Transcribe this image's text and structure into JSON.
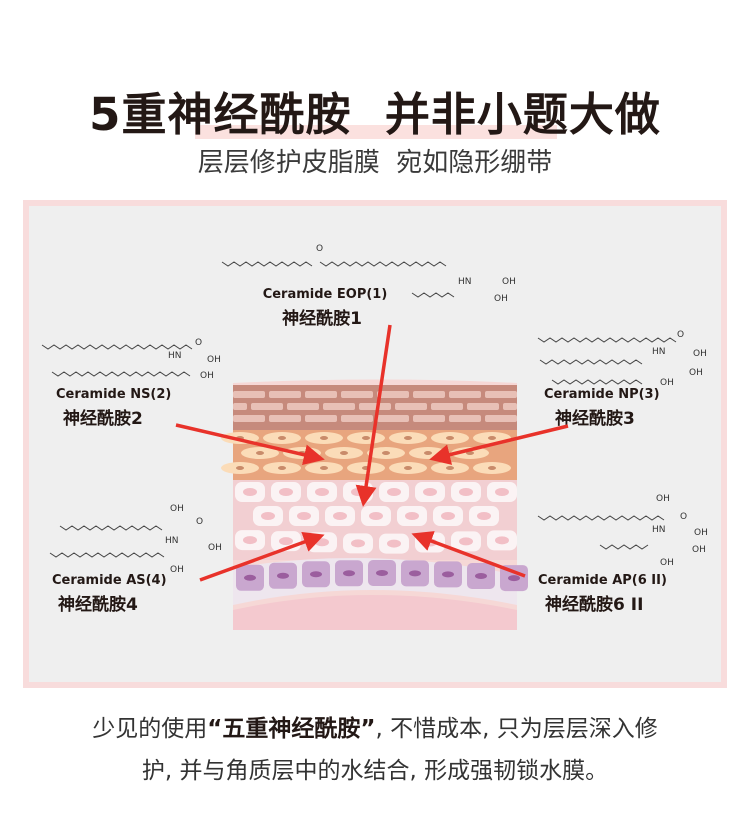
{
  "header": {
    "title": "5重神经酰胺  并非小题大做",
    "subtitle": "层层修护皮脂膜  宛如隐形绷带"
  },
  "diagram": {
    "arrow_color": "#e8322a",
    "structure_labels": {
      "o": "O",
      "hn": "HN",
      "oh": "OH"
    },
    "ceramides": [
      {
        "name": "Ceramide EOP(1)",
        "cn": "神经酰胺1"
      },
      {
        "name": "Ceramide NS(2)",
        "cn": "神经酰胺2"
      },
      {
        "name": "Ceramide NP(3)",
        "cn": "神经酰胺3"
      },
      {
        "name": "Ceramide AS(4)",
        "cn": "神经酰胺4"
      },
      {
        "name": "Ceramide AP(6 II)",
        "cn": "神经酰胺6 II"
      }
    ]
  },
  "footer": {
    "line1_pre": "少见的使用",
    "line1_bold": "“五重神经酰胺”",
    "line1_post": ", 不惜成本, 只为层层深入修",
    "line2": "护, 并与角质层中的水结合, 形成强韧锁水膜。"
  }
}
